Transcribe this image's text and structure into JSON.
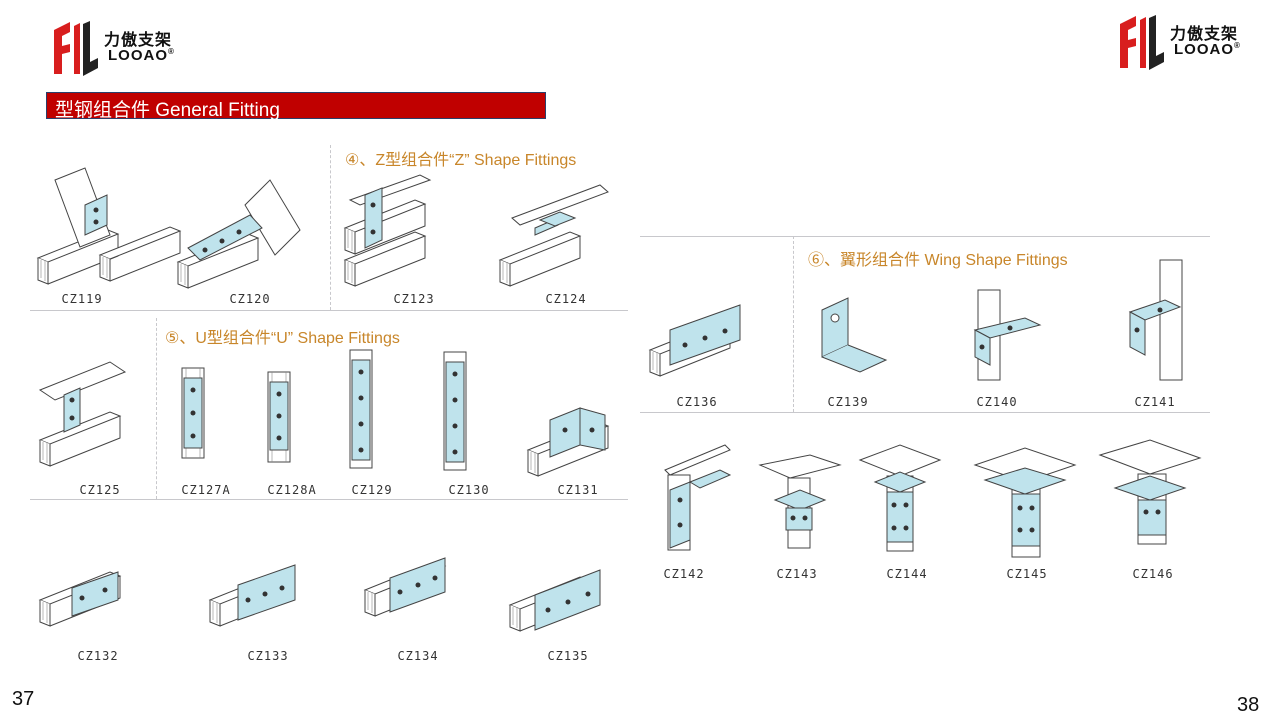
{
  "logo": {
    "cn": "力傲支架",
    "en": "LOOAO",
    "reg": "®"
  },
  "banner": {
    "title": "型钢组合件 General Fitting"
  },
  "sections": {
    "z": "④、Z型组合件“Z” Shape Fittings",
    "u": "⑤、U型组合件“U” Shape Fittings",
    "wing": "⑥、翼形组合件 Wing Shape Fittings"
  },
  "parts": {
    "cz119": "CZ119",
    "cz120": "CZ120",
    "cz123": "CZ123",
    "cz124": "CZ124",
    "cz125": "CZ125",
    "cz127a": "CZ127A",
    "cz128a": "CZ128A",
    "cz129": "CZ129",
    "cz130": "CZ130",
    "cz131": "CZ131",
    "cz132": "CZ132",
    "cz133": "CZ133",
    "cz134": "CZ134",
    "cz135": "CZ135",
    "cz136": "CZ136",
    "cz139": "CZ139",
    "cz140": "CZ140",
    "cz141": "CZ141",
    "cz142": "CZ142",
    "cz143": "CZ143",
    "cz144": "CZ144",
    "cz145": "CZ145",
    "cz146": "CZ146"
  },
  "pages": {
    "left": "37",
    "right": "38"
  },
  "colors": {
    "red": "#c00000",
    "fitting": "#bfe3ec",
    "outline": "#444444",
    "section": "#c8862a"
  }
}
